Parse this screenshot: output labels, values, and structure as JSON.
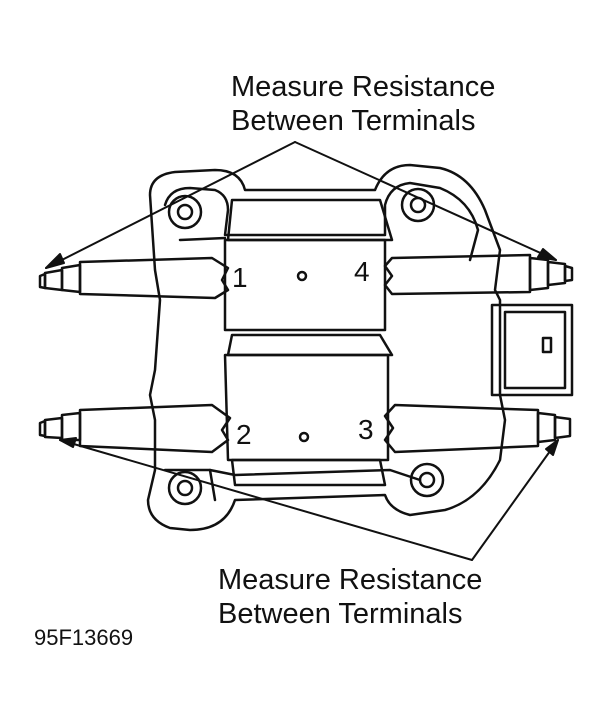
{
  "top_label": {
    "line1": "Measure Resistance",
    "line2": "Between Terminals"
  },
  "bottom_label": {
    "line1": "Measure Resistance",
    "line2": "Between Terminals"
  },
  "terminals": {
    "t1": "1",
    "t2": "2",
    "t3": "3",
    "t4": "4"
  },
  "figure_id": "95F13669",
  "colors": {
    "ink": "#111111",
    "paper": "#ffffff"
  }
}
